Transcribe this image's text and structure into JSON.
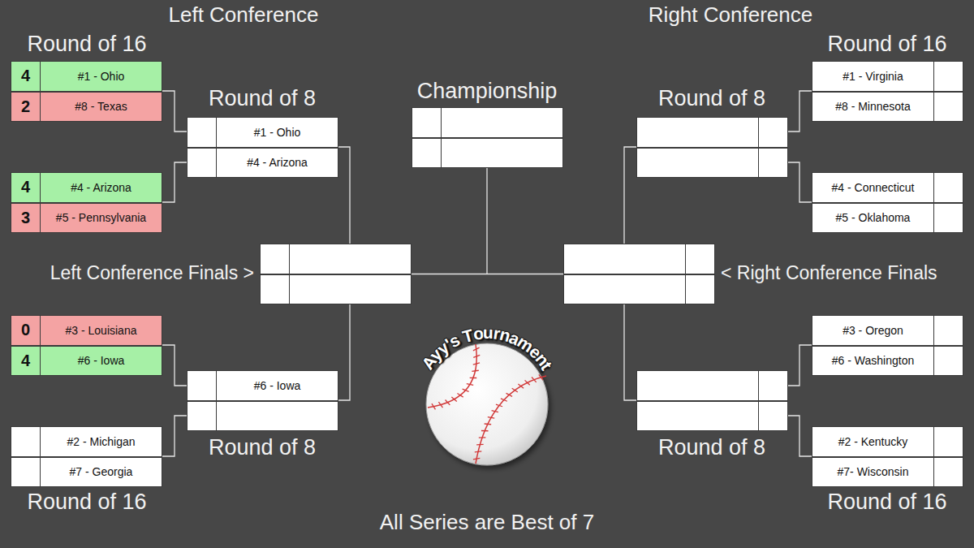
{
  "diagram": {
    "nodes": [
      {
        "text": [
          "4",
          "#1 - Ohio"
        ]
      },
      {
        "text": [
          "2",
          "#8 - Texas"
        ]
      },
      {
        "text": [
          "4",
          "#4 - Arizona"
        ]
      },
      {
        "text": [
          "3",
          "#5 - Pennsylvania"
        ]
      },
      {
        "text": [
          "0",
          "#3 - Louisiana"
        ]
      },
      {
        "text": [
          "4",
          "#6 - Iowa"
        ]
      },
      {
        "text": [
          "#2 - Michigan"
        ]
      },
      {
        "text": [
          "#7 - Georgia"
        ]
      },
      {
        "text": [
          "#1 - Ohio"
        ]
      },
      {
        "text": [
          "#4 - Arizona"
        ]
      },
      {
        "text": [
          "#6 - Iowa"
        ]
      },
      {
        "text": [
          "#1 - Virginia"
        ]
      },
      {
        "text": [
          "#8 - Minnesota"
        ]
      },
      {
        "text": [
          "#4 - Connecticut"
        ]
      },
      {
        "text": [
          "#5 - Oklahoma"
        ]
      },
      {
        "text": [
          "#3 - Oregon"
        ]
      },
      {
        "text": [
          "#6 - Washington"
        ]
      },
      {
        "text": [
          "#2 - Kentucky"
        ]
      },
      {
        "text": [
          "#7- Wisconsin"
        ]
      }
    ],
    "labels": [
      "Left Conference",
      "Right Conference",
      "Round of 16",
      "Round of 16",
      "Round of 16",
      "Round of 16",
      "Round of 8",
      "Round of 8",
      "Round of 8",
      "Round of 8",
      "Championship",
      "Left Conference Finals >",
      "< Right Conference Finals",
      "Ayy's Tournament",
      "All Series are Best of 7"
    ]
  }
}
